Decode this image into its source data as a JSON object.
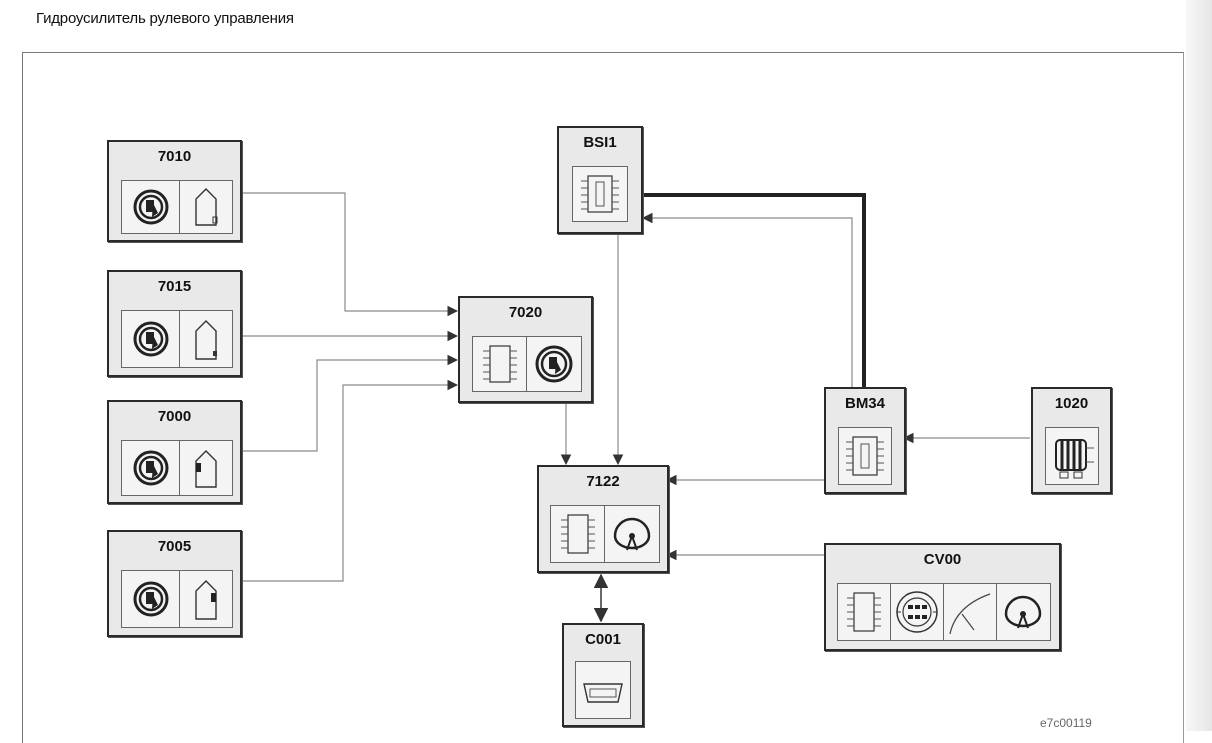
{
  "title": "Гидроусилитель рулевого управления",
  "figure_ref": "e7c00119",
  "nodes": {
    "n7010": {
      "label": "7010",
      "icons": [
        "steering-sensor-icon",
        "connector-icon"
      ]
    },
    "n7015": {
      "label": "7015",
      "icons": [
        "steering-sensor-icon",
        "connector-icon"
      ]
    },
    "n7000": {
      "label": "7000",
      "icons": [
        "steering-sensor-icon",
        "connector-icon"
      ]
    },
    "n7005": {
      "label": "7005",
      "icons": [
        "steering-sensor-icon",
        "connector-icon"
      ]
    },
    "n7020": {
      "label": "7020",
      "icons": [
        "ecu-chip-icon",
        "steering-sensor-icon"
      ]
    },
    "bsi1": {
      "label": "BSI1",
      "icons": [
        "ecu-chip-icon"
      ]
    },
    "n7122": {
      "label": "7122",
      "icons": [
        "ecu-chip-icon",
        "gauge-icon"
      ]
    },
    "bm34": {
      "label": "BM34",
      "icons": [
        "ecu-chip-icon"
      ]
    },
    "n1020": {
      "label": "1020",
      "icons": [
        "alternator-icon"
      ]
    },
    "cv00": {
      "label": "CV00",
      "icons": [
        "ecu-chip-icon",
        "switch-panel-icon",
        "wiper-icon",
        "gauge-icon"
      ]
    },
    "c001": {
      "label": "C001",
      "icons": [
        "diagnostic-socket-icon"
      ]
    }
  },
  "connections": [
    {
      "from": "7010",
      "to": "7020"
    },
    {
      "from": "7015",
      "to": "7020"
    },
    {
      "from": "7000",
      "to": "7020"
    },
    {
      "from": "7005",
      "to": "7020"
    },
    {
      "from": "7020",
      "to": "7122"
    },
    {
      "from": "BSI1",
      "to": "7122"
    },
    {
      "from": "BM34",
      "to": "BSI1",
      "style": "bus"
    },
    {
      "from": "BM34",
      "to": "7122"
    },
    {
      "from": "1020",
      "to": "BM34"
    },
    {
      "from": "CV00",
      "to": "7122"
    },
    {
      "from": "7122",
      "to": "C001",
      "style": "bidirectional"
    }
  ]
}
